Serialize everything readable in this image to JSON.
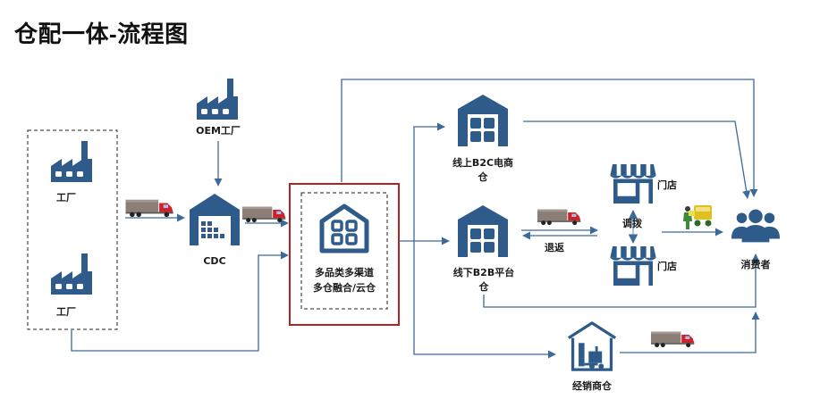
{
  "title": "仓配一体-流程图",
  "nodes": {
    "factory_1": "工厂",
    "factory_2": "工厂",
    "oem_factory": "OEM工厂",
    "cdc": "CDC",
    "hub_line1": "多品类多渠道",
    "hub_line2": "多仓融合/云仓",
    "b2c_line1": "线上B2C电商",
    "b2c_line2": "仓",
    "b2b_line1": "线下B2B平台",
    "b2b_line2": "仓",
    "store_top": "门店",
    "store_bottom": "门店",
    "transfer": "调拨",
    "return": "退返",
    "consumer": "消费者",
    "distributor": "经销商仓"
  },
  "colors": {
    "accent": "#2e5b8a",
    "line": "#3b6a9b",
    "hub_border": "#b22222",
    "truck_cargo": "#8a7e76",
    "truck_cab": "#d0202a"
  }
}
